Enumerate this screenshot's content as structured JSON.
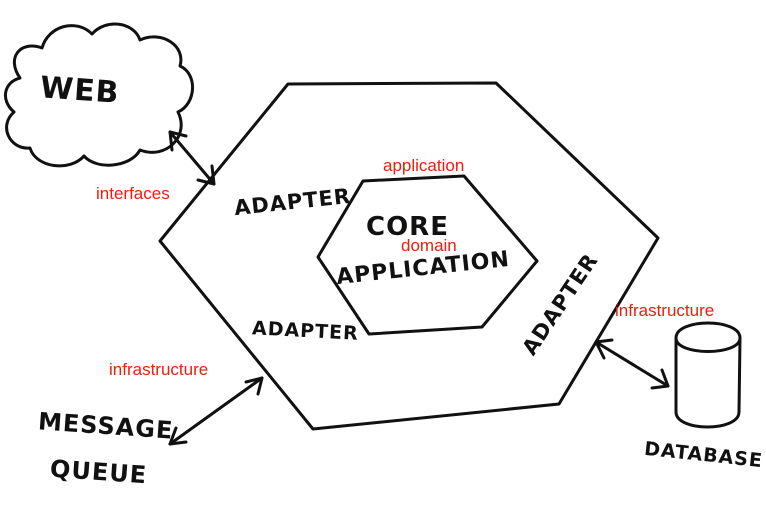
{
  "nodes": {
    "web": "WEB",
    "adapter_top": "ADAPTER",
    "adapter_bottom": "ADAPTER",
    "adapter_right": "ADAPTER",
    "core_line1": "CORE",
    "core_line2": "APPLICATION",
    "message_line1": "MESSAGE",
    "message_line2": "QUEUE",
    "database": "DATABASE"
  },
  "annotations": {
    "interfaces": "interfaces",
    "application": "application",
    "domain": "domain",
    "infrastructure_right": "infrastructure",
    "infrastructure_left": "infrastructure"
  },
  "colors": {
    "ink": "#111111",
    "annotation": "#e8200c",
    "background": "#ffffff"
  }
}
